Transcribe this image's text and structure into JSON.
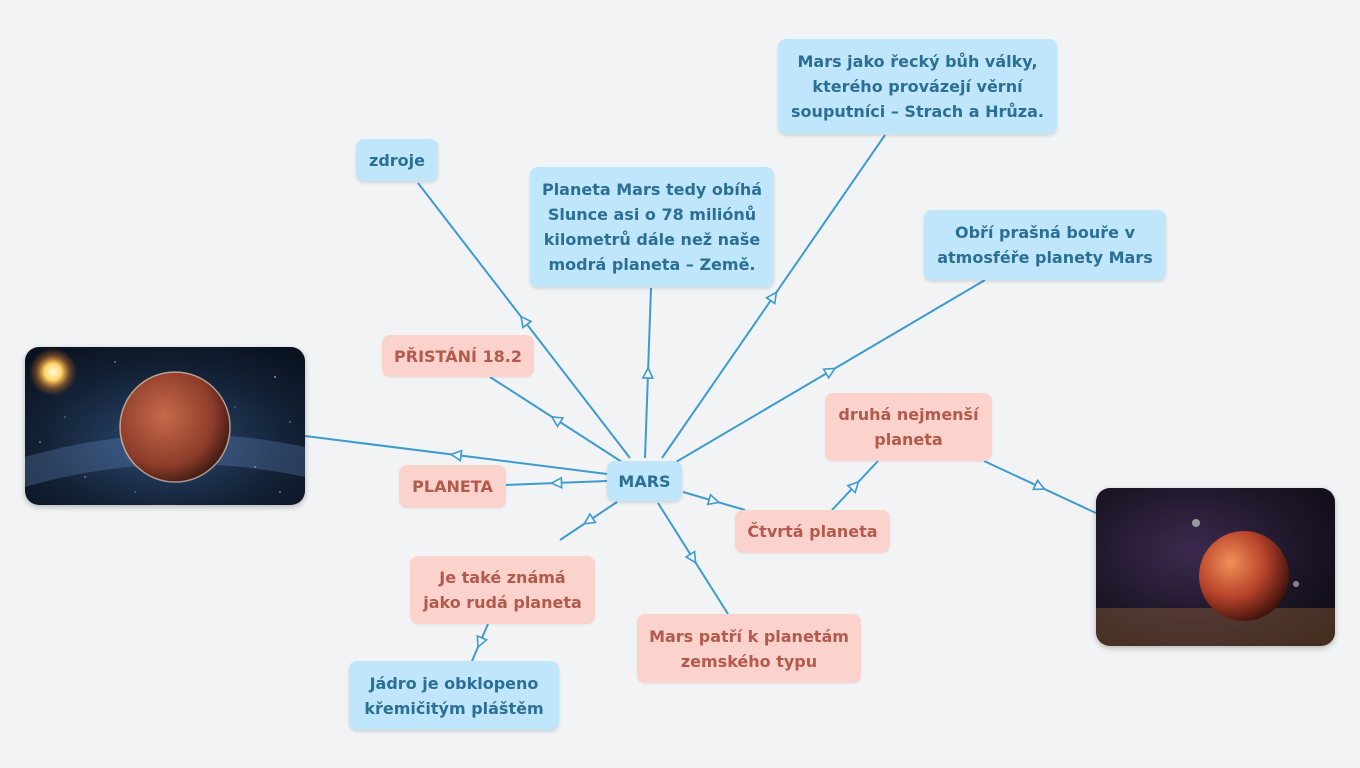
{
  "colors": {
    "background": "#f1f3f5",
    "link": "#3d9bcf",
    "blue_node": "#bfe6fb",
    "blue_text": "#2b6f96",
    "pink_node": "#fcd2cc",
    "pink_text": "#b35a4c"
  },
  "central": {
    "label": "MARS"
  },
  "nodes": {
    "zdroje": "zdroje",
    "planeta_mars": "Planeta Mars tedy obíhá Slunce asi o 78 miliónů kilometrů dále než naše modrá planeta – Země.",
    "recky_buh": "Mars jako řecký bůh války, kterého provázejí věrní souputníci – Strach a Hrůza.",
    "bouře": "Obří prašná bouře v atmosféře planety Mars",
    "pristani": "PŘISTÁNÍ 18.2",
    "planeta": "PLANETA",
    "druha_nejmensi": "druhá nejmenší planeta",
    "ctvrta": "Čtvrtá planeta",
    "ruda": "Je také známá jako rudá planeta",
    "zemsky_typ": "Mars patří k planetám zemského typu",
    "jadro": "Jádro je obklopeno křemičitým pláštěm"
  },
  "images": {
    "left": "mars-with-sun-image",
    "right": "mars-with-moons-image"
  }
}
